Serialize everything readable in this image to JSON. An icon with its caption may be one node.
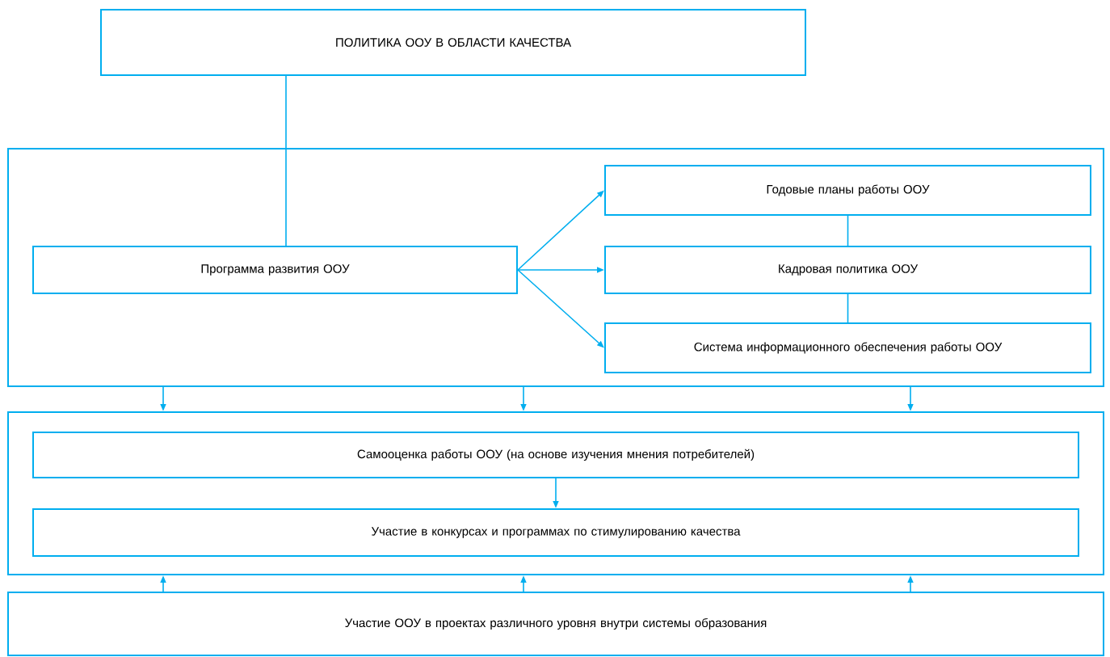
{
  "diagram": {
    "nodes": [
      {
        "text": [
          "ПОЛИТИКА ООУ В ОБЛАСТИ КАЧЕСТВА"
        ]
      },
      {
        "text": [],
        "shape": "box"
      },
      {
        "text": [
          "Программа развития ООУ"
        ],
        "in": 1
      },
      {
        "text": [
          "Годовые планы работы ООУ"
        ],
        "in": 1
      },
      {
        "text": [
          "Кадровая политика ООУ"
        ],
        "in": 1
      },
      {
        "text": [
          "Система информационного обеспечения работы ООУ"
        ],
        "in": 1
      },
      {
        "text": [],
        "shape": "box"
      },
      {
        "text": [
          "Самооценка работы ООУ (на основе изучения мнения потребителей)"
        ],
        "in": 6
      },
      {
        "text": [
          "Участие в конкурсах и программах по стимулированию качества"
        ],
        "in": 6
      },
      {
        "text": [
          "Участие ООУ в проектах различного уровня внутри системы образования"
        ]
      }
    ],
    "edges": [
      {
        "from": 0,
        "to": 2,
        "arrow": "none"
      },
      {
        "from": 2,
        "to": 3,
        "arrow": "to"
      },
      {
        "from": 2,
        "to": 4,
        "arrow": "to"
      },
      {
        "from": 2,
        "to": 5,
        "arrow": "to"
      },
      {
        "from": 3,
        "to": 4,
        "arrow": "none"
      },
      {
        "from": 4,
        "to": 5,
        "arrow": "none"
      },
      {
        "from": 1,
        "to": 6,
        "arrow": "to"
      },
      {
        "from": 1,
        "to": 6,
        "arrow": "to"
      },
      {
        "from": 1,
        "to": 6,
        "arrow": "to"
      },
      {
        "from": 7,
        "to": 8,
        "arrow": "to"
      },
      {
        "from": 9,
        "to": 6,
        "arrow": "to"
      },
      {
        "from": 9,
        "to": 6,
        "arrow": "to"
      },
      {
        "from": 9,
        "to": 6,
        "arrow": "to"
      }
    ]
  }
}
